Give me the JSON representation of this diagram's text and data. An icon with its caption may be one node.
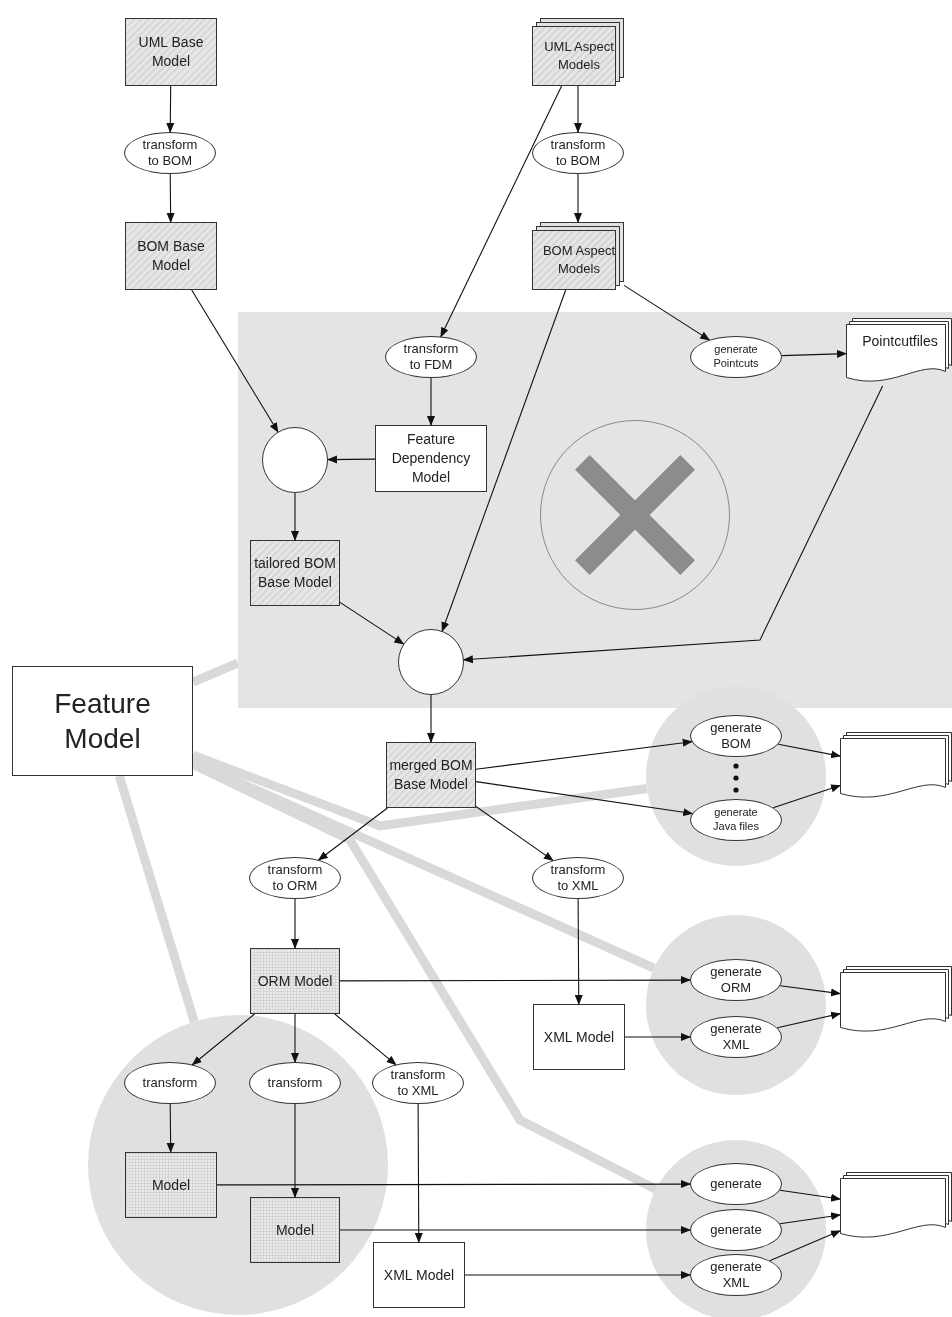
{
  "diagram": {
    "nodes": [
      {
        "text": [
          "UML Base Model"
        ]
      },
      {
        "text": [
          "UML Aspect Models"
        ]
      },
      {
        "text": [
          "transform to BOM"
        ]
      },
      {
        "text": [
          "transform to BOM"
        ]
      },
      {
        "text": [
          "BOM Base Model"
        ]
      },
      {
        "text": [
          "BOM Aspect Models"
        ]
      },
      {
        "text": [],
        "shape": "box"
      },
      {
        "text": [
          "transform to FDM"
        ],
        "in": 6
      },
      {
        "text": [
          "generate Pointcuts"
        ],
        "in": 6
      },
      {
        "text": [
          "Pointcutfiles"
        ],
        "in": 6
      },
      {
        "text": [],
        "shape": "circle",
        "in": 6
      },
      {
        "text": [
          "Feature Dependency Model"
        ],
        "in": 6
      },
      {
        "text": [],
        "shape": "circle",
        "in": 6
      },
      {
        "text": [
          "tailored BOM Base Model"
        ],
        "in": 6
      },
      {
        "text": [],
        "shape": "circle",
        "in": 6
      },
      {
        "text": [
          "Feature Model"
        ]
      },
      {
        "text": [
          "merged BOM Base Model"
        ]
      },
      {
        "text": [],
        "shape": "circle"
      },
      {
        "text": [
          "generate BOM"
        ],
        "in": 17
      },
      {
        "text": [
          "generate Java files"
        ],
        "in": 17
      },
      {
        "text": [],
        "shape": "document"
      },
      {
        "text": [
          "transform to ORM"
        ]
      },
      {
        "text": [
          "transform to XML"
        ]
      },
      {
        "text": [
          "ORM Model"
        ]
      },
      {
        "text": [],
        "shape": "circle"
      },
      {
        "text": [
          "generate ORM"
        ],
        "in": 24
      },
      {
        "text": [
          "XML Model"
        ]
      },
      {
        "text": [
          "generate XML"
        ],
        "in": 24
      },
      {
        "text": [],
        "shape": "document"
      },
      {
        "text": [],
        "shape": "circle"
      },
      {
        "text": [
          "transform"
        ],
        "in": 29
      },
      {
        "text": [
          "transform"
        ],
        "in": 29
      },
      {
        "text": [
          "transform to XML"
        ]
      },
      {
        "text": [
          "Model"
        ],
        "in": 29
      },
      {
        "text": [
          "Model"
        ],
        "in": 29
      },
      {
        "text": [
          "XML Model"
        ]
      },
      {
        "text": [],
        "shape": "circle"
      },
      {
        "text": [
          "generate"
        ],
        "in": 36
      },
      {
        "text": [
          "generate"
        ],
        "in": 36
      },
      {
        "text": [
          "generate XML"
        ],
        "in": 36
      },
      {
        "text": [],
        "shape": "document"
      }
    ],
    "edges": [
      {
        "from": 0,
        "to": 2,
        "arrow": "to"
      },
      {
        "from": 1,
        "to": 3,
        "arrow": "to"
      },
      {
        "from": 2,
        "to": 4,
        "arrow": "to"
      },
      {
        "from": 3,
        "to": 5,
        "arrow": "to"
      },
      {
        "from": 1,
        "to": 7,
        "arrow": "to"
      },
      {
        "from": 5,
        "to": 8,
        "arrow": "to"
      },
      {
        "from": 5,
        "to": 14,
        "arrow": "to"
      },
      {
        "from": 8,
        "to": 9,
        "arrow": "to"
      },
      {
        "from": 7,
        "to": 11,
        "arrow": "to"
      },
      {
        "from": 11,
        "to": 10,
        "arrow": "to"
      },
      {
        "from": 4,
        "to": 10,
        "arrow": "to"
      },
      {
        "from": 10,
        "to": 13,
        "arrow": "to"
      },
      {
        "from": 13,
        "to": 14,
        "arrow": "to"
      },
      {
        "from": 9,
        "to": 14,
        "arrow": "to"
      },
      {
        "from": 14,
        "to": 16,
        "arrow": "to"
      },
      {
        "from": 16,
        "to": 18,
        "arrow": "to"
      },
      {
        "from": 16,
        "to": 19,
        "arrow": "to"
      },
      {
        "from": 18,
        "to": 20,
        "arrow": "to"
      },
      {
        "from": 19,
        "to": 20,
        "arrow": "to"
      },
      {
        "from": 16,
        "to": 21,
        "arrow": "to"
      },
      {
        "from": 16,
        "to": 22,
        "arrow": "to"
      },
      {
        "from": 21,
        "to": 23,
        "arrow": "to"
      },
      {
        "from": 22,
        "to": 26,
        "arrow": "to"
      },
      {
        "from": 23,
        "to": 25,
        "arrow": "to"
      },
      {
        "from": 26,
        "to": 27,
        "arrow": "to"
      },
      {
        "from": 25,
        "to": 28,
        "arrow": "to"
      },
      {
        "from": 27,
        "to": 28,
        "arrow": "to"
      },
      {
        "from": 23,
        "to": 30,
        "arrow": "to"
      },
      {
        "from": 23,
        "to": 31,
        "arrow": "to"
      },
      {
        "from": 23,
        "to": 32,
        "arrow": "to"
      },
      {
        "from": 30,
        "to": 33,
        "arrow": "to"
      },
      {
        "from": 31,
        "to": 34,
        "arrow": "to"
      },
      {
        "from": 32,
        "to": 35,
        "arrow": "to"
      },
      {
        "from": 33,
        "to": 37,
        "arrow": "to"
      },
      {
        "from": 34,
        "to": 38,
        "arrow": "to"
      },
      {
        "from": 35,
        "to": 39,
        "arrow": "to"
      },
      {
        "from": 37,
        "to": 40,
        "arrow": "to"
      },
      {
        "from": 38,
        "to": 40,
        "arrow": "to"
      },
      {
        "from": 39,
        "to": 40,
        "arrow": "to"
      },
      {
        "from": 15,
        "to": 6,
        "arrow": "none",
        "style": "thick",
        "color": "#d9d9d9"
      },
      {
        "from": 15,
        "to": 17,
        "arrow": "none",
        "style": "thick",
        "color": "#d9d9d9"
      },
      {
        "from": 15,
        "to": 24,
        "arrow": "none",
        "style": "thick",
        "color": "#d9d9d9"
      },
      {
        "from": 15,
        "to": 36,
        "arrow": "none",
        "style": "thick",
        "color": "#d9d9d9"
      },
      {
        "from": 15,
        "to": 29,
        "arrow": "none",
        "style": "thick",
        "color": "#d9d9d9"
      }
    ]
  }
}
